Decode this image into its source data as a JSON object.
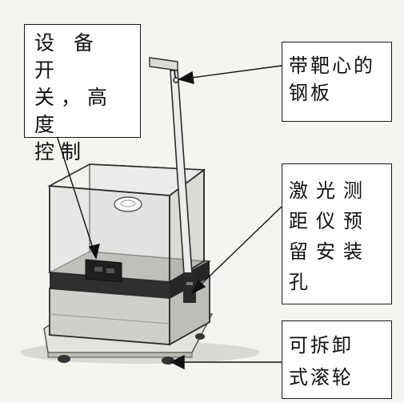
{
  "labels": {
    "device_switch": "设 备 开\n关，高度\n控制",
    "steel_plate": "带靶心的\n钢板",
    "laser_hole": "激光测\n距仪预\n留安装\n孔",
    "wheels": "可拆卸\n式滚轮"
  },
  "colors": {
    "background": "#f4f4f1",
    "frame": "#2b2b2b",
    "glass": "#dcdcdc",
    "base": "#c9c9c9",
    "callout_border": "#1a1a1a"
  }
}
